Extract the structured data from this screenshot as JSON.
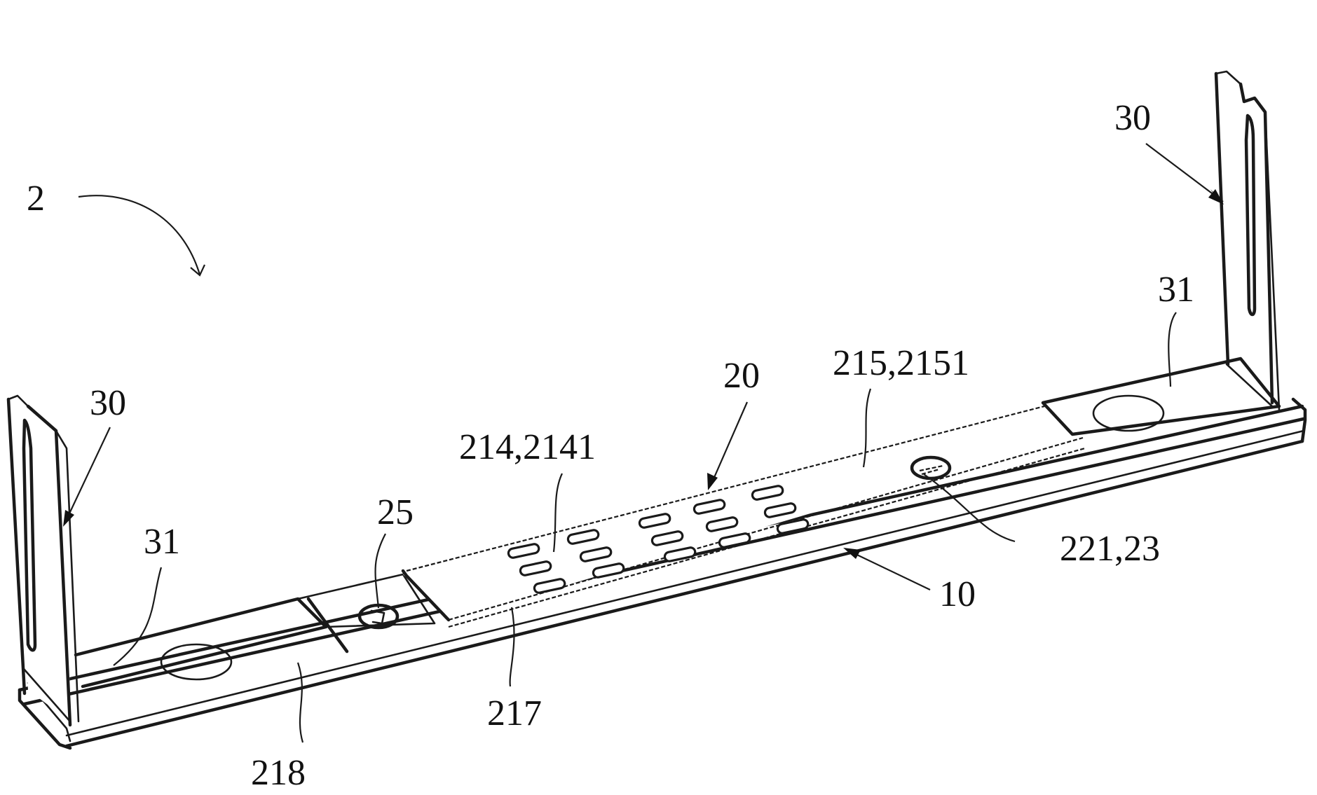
{
  "figure": {
    "type": "patent line drawing",
    "description": "Isometric view of a bracket assembly: elongated base plate with upright L-shaped brackets at each end",
    "colors": {
      "line": "#1a1a1a",
      "background": "#ffffff"
    }
  },
  "labels": {
    "assembly": "2",
    "bracket_right": "30",
    "bracket_left": "30",
    "foot_right": "31",
    "foot_left": "31",
    "cover_plate": "20",
    "vent_region": "214,2141",
    "flat_region": "215,2151",
    "screw_hole": "221,23",
    "base": "10",
    "clip": "25",
    "edge_217": "217",
    "edge_218": "218"
  },
  "vent_slots": {
    "columns": 5,
    "rows": 3
  }
}
